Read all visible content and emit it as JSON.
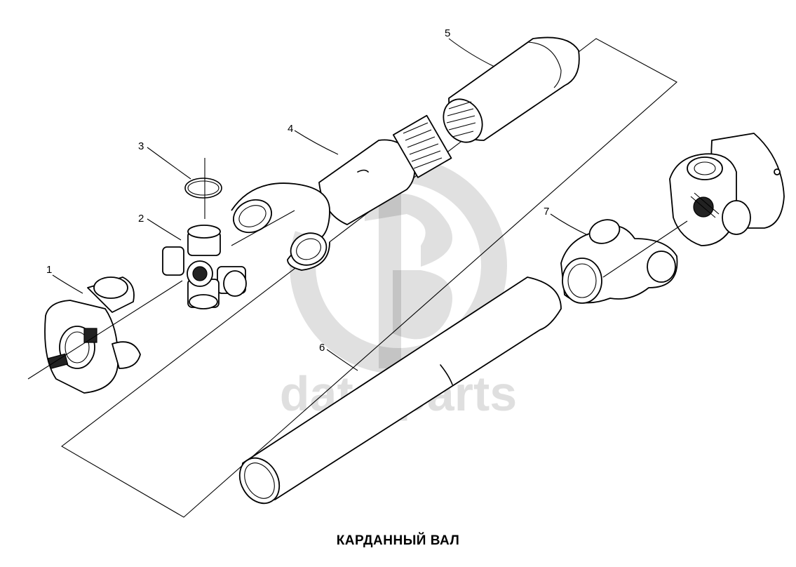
{
  "caption": "КАРДАННЫЙ ВАЛ",
  "watermark": {
    "text": "data-parts"
  },
  "callouts": [
    {
      "id": "1",
      "label": "1"
    },
    {
      "id": "2",
      "label": "2"
    },
    {
      "id": "3",
      "label": "3"
    },
    {
      "id": "4",
      "label": "4"
    },
    {
      "id": "5",
      "label": "5"
    },
    {
      "id": "6",
      "label": "6"
    },
    {
      "id": "7",
      "label": "7"
    }
  ]
}
